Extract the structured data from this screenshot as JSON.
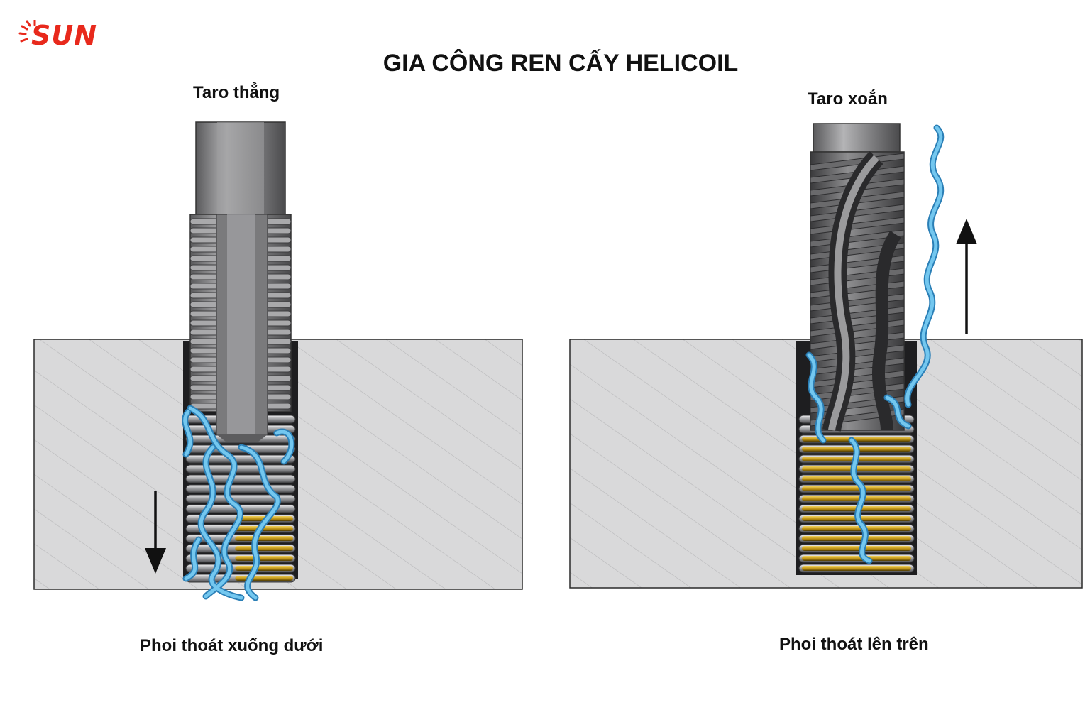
{
  "brand": {
    "logo_text": "SUN",
    "color": "#e8291c"
  },
  "title": "GIA CÔNG REN CẤY HELICOIL",
  "panels": [
    {
      "tool_label": "Taro thẳng",
      "caption": "Phoi thoát xuống dưới",
      "tool_type": "straight-flute",
      "chip_direction": "down"
    },
    {
      "tool_label": "Taro xoắn",
      "caption": "Phoi thoát lên trên",
      "tool_type": "spiral-flute",
      "chip_direction": "up"
    }
  ],
  "colors": {
    "block": "#d9d9da",
    "hatch": "#b3b3b5",
    "tool": "#8c8c8e",
    "tool_dark": "#3e3e40",
    "coil": "#c5c7ca",
    "coil_insert": "#e0b830",
    "chip": "#6fc3ec",
    "chip_edge": "#2b7fb6"
  }
}
